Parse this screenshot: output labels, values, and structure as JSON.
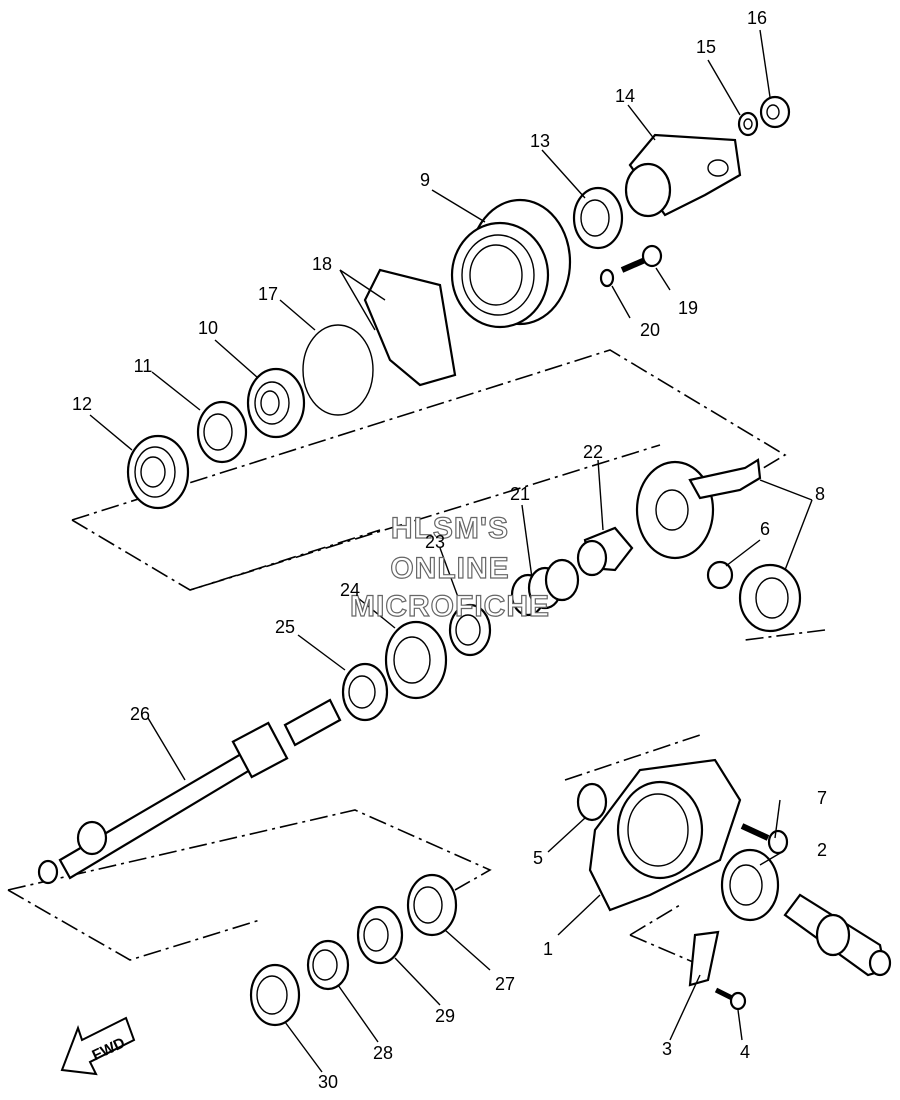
{
  "watermark": {
    "line1": "HLSM'S",
    "line2": "ONLINE",
    "line3": "MICROFICHE"
  },
  "direction_label": "FWD",
  "callouts": [
    {
      "id": "c1",
      "text": "1"
    },
    {
      "id": "c2",
      "text": "2"
    },
    {
      "id": "c3",
      "text": "3"
    },
    {
      "id": "c4",
      "text": "4"
    },
    {
      "id": "c5",
      "text": "5"
    },
    {
      "id": "c6",
      "text": "6"
    },
    {
      "id": "c7",
      "text": "7"
    },
    {
      "id": "c8",
      "text": "8"
    },
    {
      "id": "c9",
      "text": "9"
    },
    {
      "id": "c10",
      "text": "10"
    },
    {
      "id": "c11",
      "text": "11"
    },
    {
      "id": "c12",
      "text": "12"
    },
    {
      "id": "c13",
      "text": "13"
    },
    {
      "id": "c14",
      "text": "14"
    },
    {
      "id": "c15",
      "text": "15"
    },
    {
      "id": "c16",
      "text": "16"
    },
    {
      "id": "c17",
      "text": "17"
    },
    {
      "id": "c18",
      "text": "18"
    },
    {
      "id": "c19",
      "text": "19"
    },
    {
      "id": "c20",
      "text": "20"
    },
    {
      "id": "c21",
      "text": "21"
    },
    {
      "id": "c22",
      "text": "22"
    },
    {
      "id": "c23",
      "text": "23"
    },
    {
      "id": "c24",
      "text": "24"
    },
    {
      "id": "c25",
      "text": "25"
    },
    {
      "id": "c26",
      "text": "26"
    },
    {
      "id": "c27",
      "text": "27"
    },
    {
      "id": "c28",
      "text": "28"
    },
    {
      "id": "c29",
      "text": "29"
    },
    {
      "id": "c30",
      "text": "30"
    }
  ]
}
